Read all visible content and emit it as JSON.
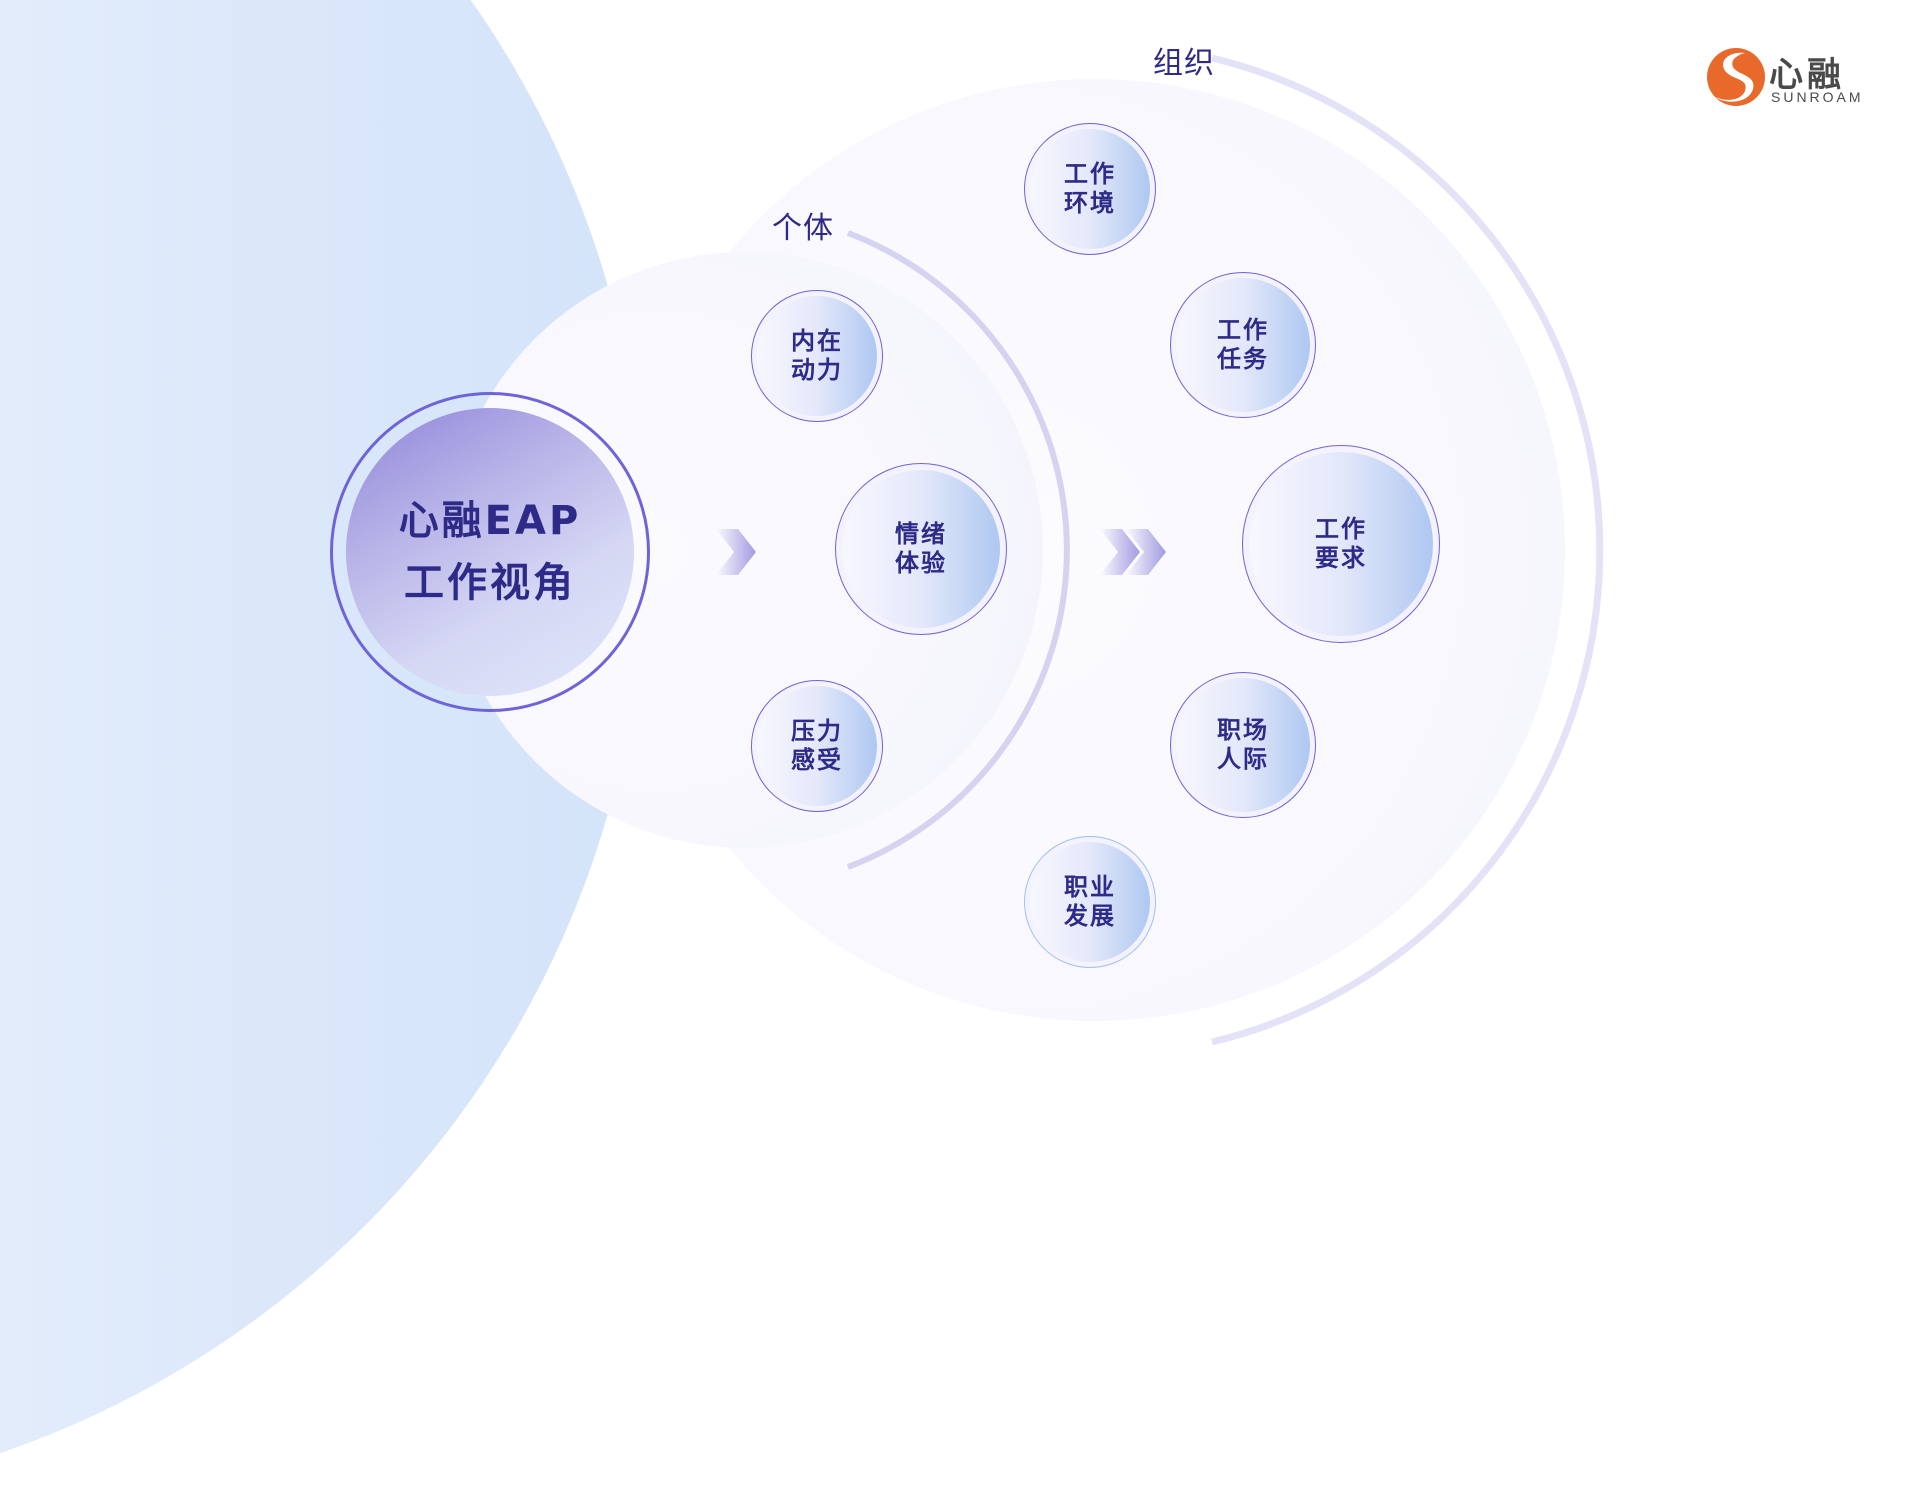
{
  "diagram": {
    "center": {
      "line1": "心融EAP",
      "line2": "工作视角"
    },
    "groups": [
      {
        "label": "个体",
        "nodes": [
          {
            "line1": "内在",
            "line2": "动力"
          },
          {
            "line1": "情绪",
            "line2": "体验"
          },
          {
            "line1": "压力",
            "line2": "感受"
          }
        ]
      },
      {
        "label": "组织",
        "nodes": [
          {
            "line1": "工作",
            "line2": "环境"
          },
          {
            "line1": "工作",
            "line2": "任务"
          },
          {
            "line1": "工作",
            "line2": "要求"
          },
          {
            "line1": "职场",
            "line2": "人际"
          },
          {
            "line1": "职业",
            "line2": "发展"
          }
        ]
      }
    ],
    "arrows": [
      "single-chevron-right-icon",
      "double-chevron-right-icon"
    ]
  },
  "logo": {
    "cn": "心融",
    "en": "SUNROAM"
  },
  "colors": {
    "text": "#2e2a87",
    "ring": "#6e63d9",
    "arc": "#d9d6f1",
    "logo_orange": "#e8692a"
  }
}
